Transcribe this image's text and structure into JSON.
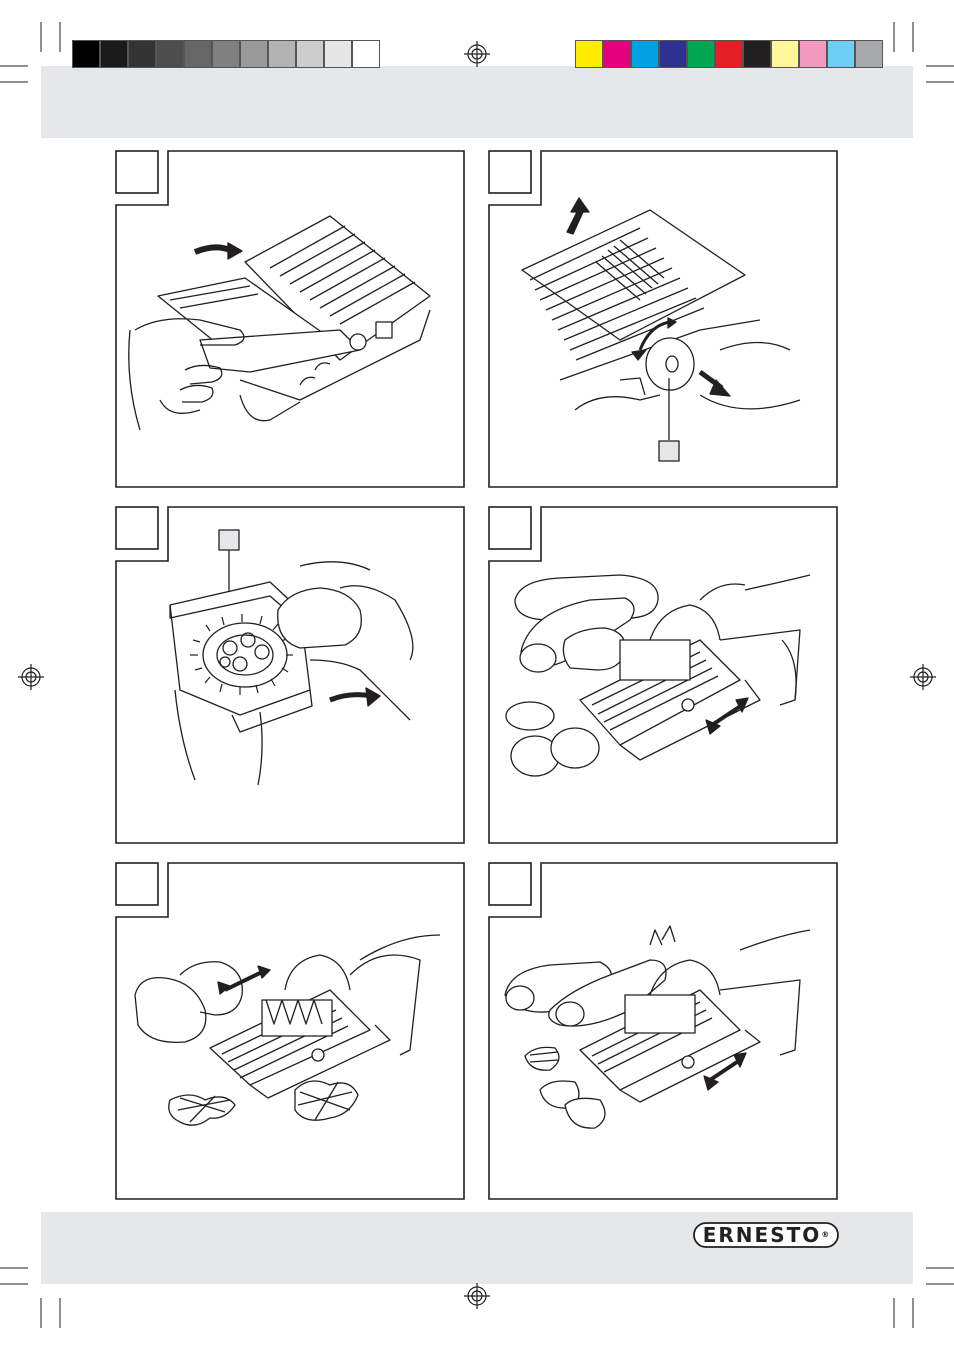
{
  "colors": {
    "band": "#e6e7e8",
    "line": "#231f20",
    "grayscale_bar": [
      "#000000",
      "#1a1a1a",
      "#333333",
      "#4d4d4d",
      "#666666",
      "#808080",
      "#999999",
      "#b3b3b3",
      "#cccccc",
      "#e6e6e6",
      "#ffffff"
    ],
    "color_bar": [
      "#ffed00",
      "#e5007e",
      "#00a0e3",
      "#2e3192",
      "#00a651",
      "#e31e24",
      "#231f20",
      "#fff799",
      "#f49ac1",
      "#6dcff6",
      "#a7a9ac"
    ]
  },
  "brand": {
    "logo_text": "ERNESTO",
    "logo_mark": "®"
  },
  "panels": [
    {
      "id": "panel-1",
      "illustration": "insert-blade-into-slicer"
    },
    {
      "id": "panel-2",
      "illustration": "remove-blade-rotate-knob",
      "callout": ""
    },
    {
      "id": "panel-3",
      "illustration": "food-holder-with-potato",
      "callout": ""
    },
    {
      "id": "panel-4",
      "illustration": "slicing-potato-slices"
    },
    {
      "id": "panel-5",
      "illustration": "slicing-julienne-strips"
    },
    {
      "id": "panel-6",
      "illustration": "slicing-wavy-slices"
    }
  ]
}
